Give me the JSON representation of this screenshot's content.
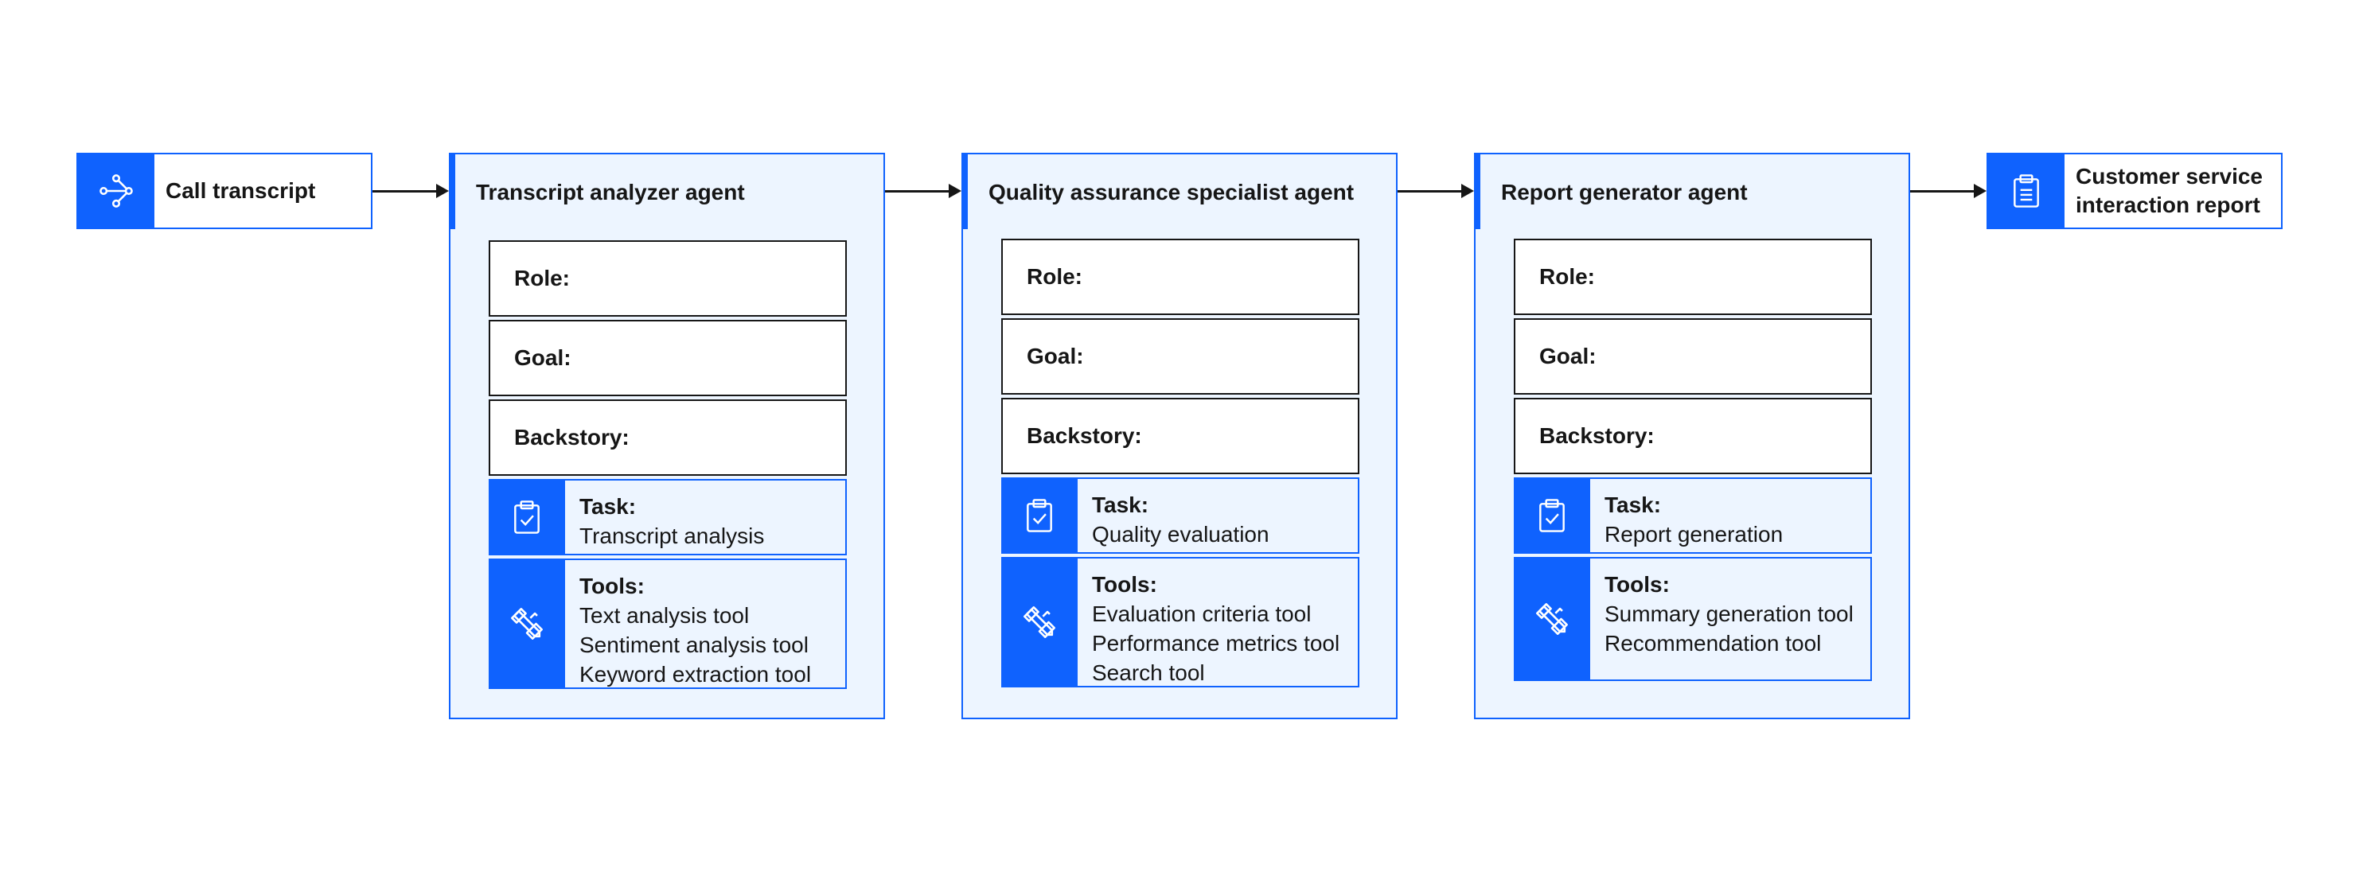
{
  "input": {
    "label": "Call transcript",
    "icon": "data-flow-icon"
  },
  "output": {
    "label_lines": [
      "Customer service",
      "interaction report"
    ],
    "icon": "clipboard-icon"
  },
  "field_labels": {
    "role": "Role:",
    "goal": "Goal:",
    "backstory": "Backstory:"
  },
  "agents": [
    {
      "title": "Transcript analyzer agent",
      "task_heading": "Task:",
      "task": "Transcript analysis",
      "tools_heading": "Tools:",
      "tools": [
        "Text analysis tool",
        "Sentiment analysis tool",
        "Keyword extraction tool"
      ]
    },
    {
      "title": "Quality assurance specialist agent",
      "task_heading": "Task:",
      "task": "Quality evaluation",
      "tools_heading": "Tools:",
      "tools": [
        "Evaluation criteria tool",
        "Performance metrics tool",
        "Search tool"
      ]
    },
    {
      "title": "Report generator agent",
      "task_heading": "Task:",
      "task": "Report generation",
      "tools_heading": "Tools:",
      "tools": [
        "Summary generation tool",
        "Recommendation tool"
      ]
    }
  ],
  "colors": {
    "accent": "#0f62fe",
    "panel_bg": "#edf5ff",
    "text": "#161616"
  }
}
